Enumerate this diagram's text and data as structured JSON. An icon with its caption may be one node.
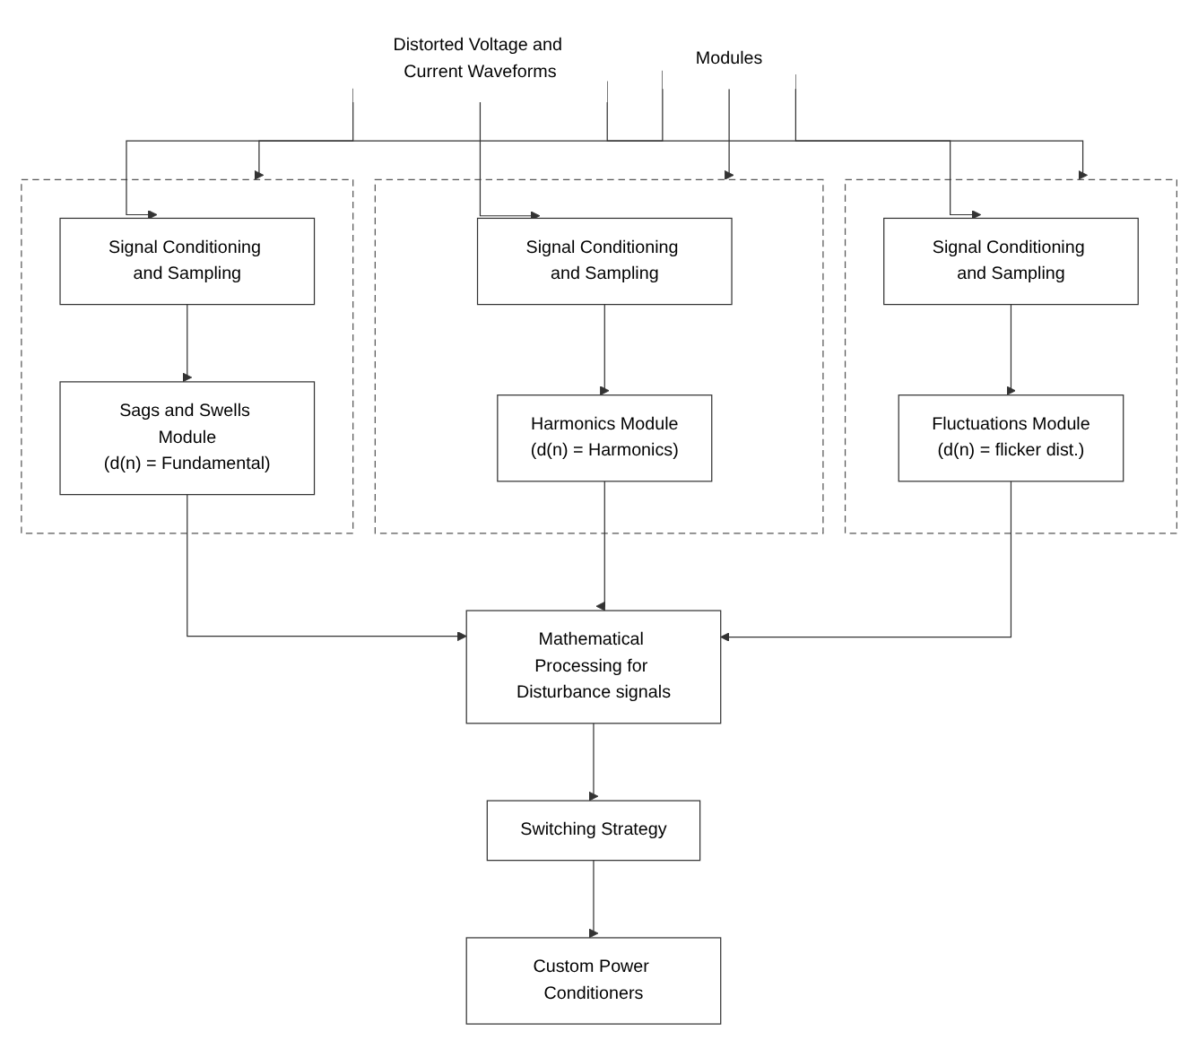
{
  "diagram": {
    "nodes": [
      {
        "text": [
          "Distorted Voltage and Current Waveforms"
        ]
      },
      {
        "text": [
          "Modules"
        ]
      },
      {
        "text": [],
        "shape": "box"
      },
      {
        "text": [
          "Signal Conditioning and Sampling"
        ],
        "in": 2
      },
      {
        "text": [
          "Sags and Swells Module",
          "(d(n) = Fundamental)"
        ],
        "in": 2
      },
      {
        "text": [],
        "shape": "box"
      },
      {
        "text": [
          "Signal Conditioning and Sampling"
        ],
        "in": 5
      },
      {
        "text": [
          "Harmonics Module",
          "(d(n) = Harmonics)"
        ],
        "in": 5
      },
      {
        "text": [],
        "shape": "box"
      },
      {
        "text": [
          "Signal Conditioning and Sampling"
        ],
        "in": 8
      },
      {
        "text": [
          "Fluctuations Module",
          "(d(n) = flicker dist.)"
        ],
        "in": 8
      },
      {
        "text": [
          "Mathematical Processing for Disturbance signals"
        ]
      },
      {
        "text": [
          "Switching Strategy"
        ]
      },
      {
        "text": [
          "Custom Power Conditioners"
        ]
      }
    ],
    "edges": [
      {
        "from": 0,
        "to": 3,
        "arrow": "to"
      },
      {
        "from": 0,
        "to": 6,
        "arrow": "to"
      },
      {
        "from": 0,
        "to": 9,
        "arrow": "to"
      },
      {
        "from": 1,
        "to": 2,
        "arrow": "to"
      },
      {
        "from": 1,
        "to": 5,
        "arrow": "to"
      },
      {
        "from": 1,
        "to": 8,
        "arrow": "to"
      },
      {
        "from": 3,
        "to": 4,
        "arrow": "to"
      },
      {
        "from": 6,
        "to": 7,
        "arrow": "to"
      },
      {
        "from": 9,
        "to": 10,
        "arrow": "to"
      },
      {
        "from": 4,
        "to": 11,
        "arrow": "to"
      },
      {
        "from": 7,
        "to": 11,
        "arrow": "to"
      },
      {
        "from": 10,
        "to": 11,
        "arrow": "to"
      },
      {
        "from": 11,
        "to": 12,
        "arrow": "to"
      },
      {
        "from": 12,
        "to": 13,
        "arrow": "to"
      }
    ]
  }
}
